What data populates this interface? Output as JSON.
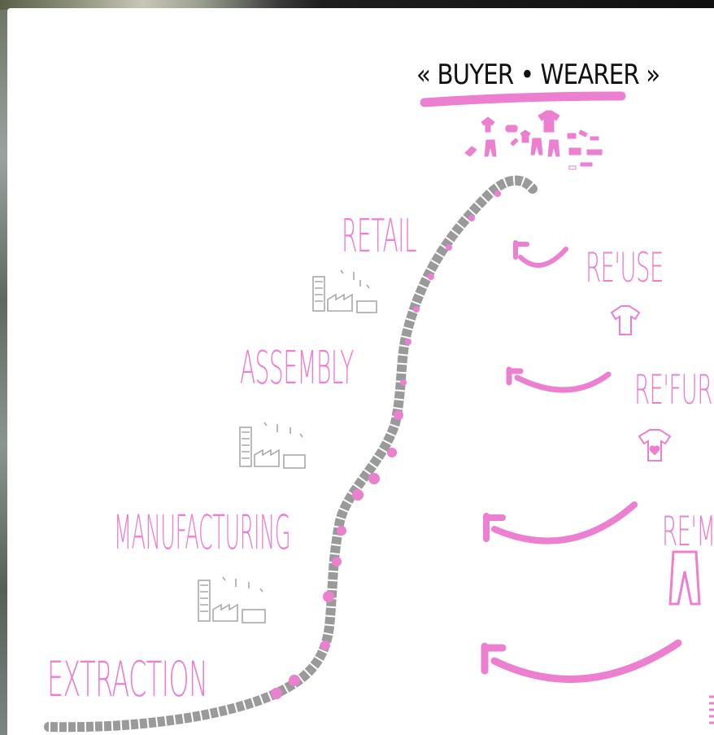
{
  "title": "« BUYER • WEARER »",
  "stages": [
    {
      "id": "retail",
      "label": "RETAIL"
    },
    {
      "id": "assembly",
      "label": "ASSEMBLY"
    },
    {
      "id": "manufacturing",
      "label": "MANUFACTURING"
    },
    {
      "id": "extraction",
      "label": "EXTRACTION"
    }
  ],
  "loops": [
    {
      "id": "reuse",
      "label": "RE'USE",
      "icon": "tshirt-icon"
    },
    {
      "id": "refurb",
      "label": "RE'FUR",
      "icon": "tshirt-heart-icon"
    },
    {
      "id": "remake",
      "label": "RE'M",
      "icon": "trousers-icon"
    }
  ],
  "colors": {
    "pink": "#ec7fd0",
    "path_gray": "#9a9a9a",
    "ink": "#111111",
    "factory_gray": "#a8a8a8"
  }
}
